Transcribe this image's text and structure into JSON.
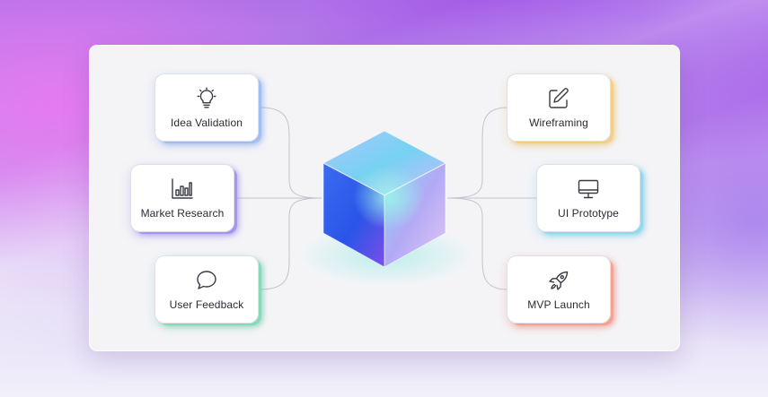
{
  "diagram": {
    "center": {
      "icon": "glass-cube"
    },
    "nodes": [
      {
        "id": "idea-validation",
        "label": "Idea Validation",
        "icon": "lightbulb-icon",
        "accent": "#8fb3f2",
        "side": "left"
      },
      {
        "id": "market-research",
        "label": "Market Research",
        "icon": "bar-chart-icon",
        "accent": "#8f85ee",
        "side": "left"
      },
      {
        "id": "user-feedback",
        "label": "User Feedback",
        "icon": "chat-bubble-icon",
        "accent": "#6fd0a8",
        "side": "left"
      },
      {
        "id": "wireframing",
        "label": "Wireframing",
        "icon": "edit-pencil-icon",
        "accent": "#f0c46c",
        "side": "right"
      },
      {
        "id": "ui-prototype",
        "label": "UI Prototype",
        "icon": "monitor-icon",
        "accent": "#79cfe9",
        "side": "right"
      },
      {
        "id": "mvp-launch",
        "label": "MVP Launch",
        "icon": "rocket-icon",
        "accent": "#f28d7a",
        "side": "right"
      }
    ]
  }
}
